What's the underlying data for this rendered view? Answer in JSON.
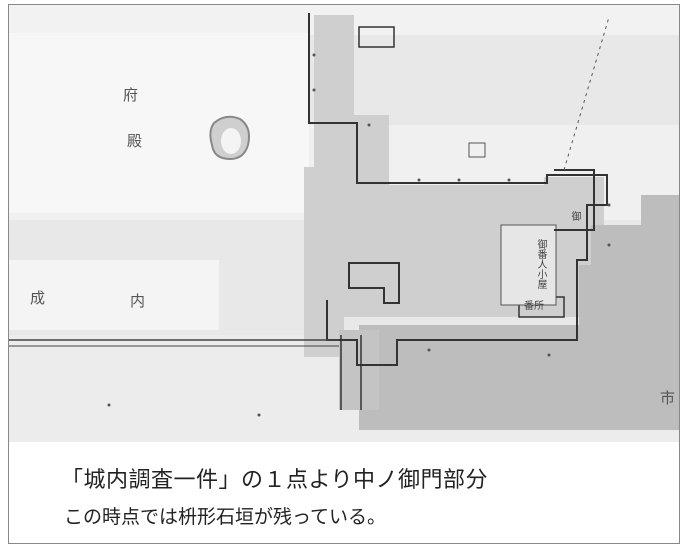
{
  "caption": {
    "line1": "「城内調査一件」の１点より中ノ御門部分",
    "line2": "この時点では枡形石垣が残っている。"
  },
  "map": {
    "labels": {
      "label_1": "府",
      "label_2": "殿",
      "label_3": "内",
      "label_4": "成",
      "label_5": "御番人小屋",
      "label_6": "番所",
      "label_7": "御",
      "label_8": "市"
    },
    "colors": {
      "paper": "#efefef",
      "shaded_area": "#bdbdbd",
      "outline": "#333333"
    }
  }
}
